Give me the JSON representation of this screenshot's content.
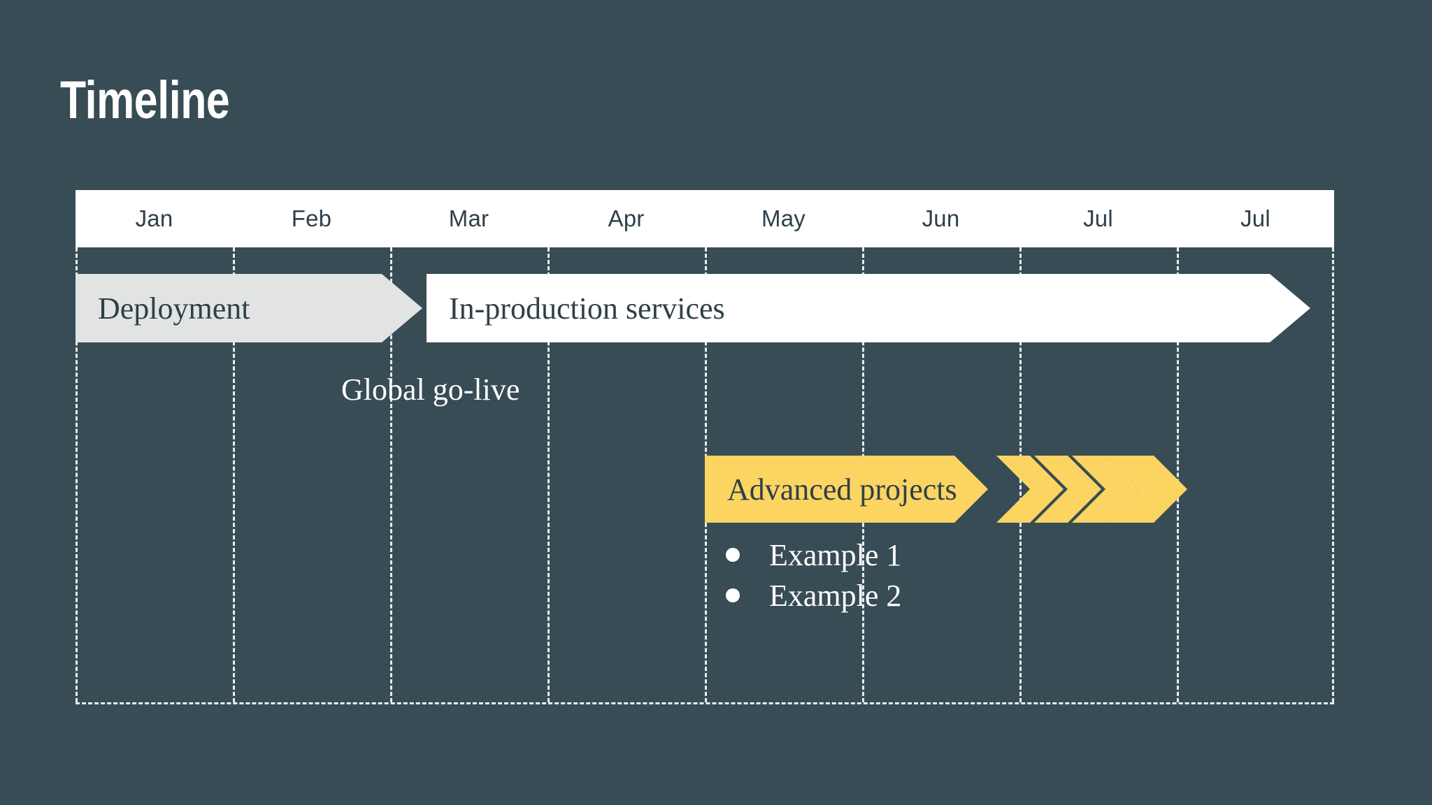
{
  "slide": {
    "title": "Timeline",
    "background_color": "#384c55"
  },
  "timeline": {
    "months": [
      "Jan",
      "Feb",
      "Mar",
      "Apr",
      "May",
      "Jun",
      "Jul",
      "Jul"
    ],
    "header_background": "#ffffff",
    "header_text_color": "#2e4049",
    "gridline_color": "#e8eef0"
  },
  "bars": {
    "deployment": {
      "label": "Deployment",
      "color": "#e2e4e4",
      "text_color": "#2e4049",
      "start_month": "Jan",
      "end_month": "Mar"
    },
    "in_production": {
      "label": "In-production services",
      "color": "#ffffff",
      "text_color": "#2e4049",
      "start_month": "Apr",
      "end_month": "Jul"
    },
    "advanced_projects": {
      "label": "Advanced projects",
      "color": "#fcd462",
      "text_color": "#2e4049",
      "start_month": "May",
      "end_month": "Jul"
    }
  },
  "milestone": {
    "label": "Global go-live",
    "color": "#ffffff",
    "at_month": "Apr"
  },
  "bullets": [
    {
      "label": "Example 1"
    },
    {
      "label": "Example 2"
    }
  ]
}
